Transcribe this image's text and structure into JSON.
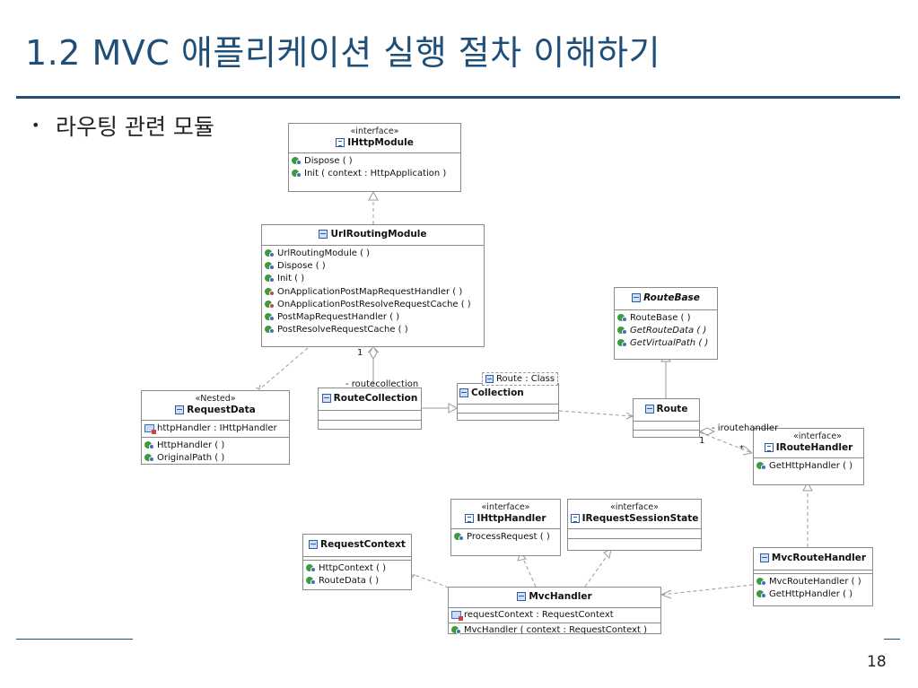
{
  "slide": {
    "title": "1.2 MVC 애플리케이션 실행 절차 이해하기",
    "bullet": "라우팅 관련 모듈",
    "page_number": "18"
  },
  "diagram": {
    "ihttpmodule": {
      "stereotype": "«interface»",
      "name": "IHttpModule",
      "methods": [
        "Dispose ( )",
        "Init ( context : HttpApplication )"
      ]
    },
    "urlroutingmodule": {
      "name": "UrlRoutingModule",
      "methods": [
        "UrlRoutingModule ( )",
        "Dispose ( )",
        "Init ( )",
        "OnApplicationPostMapRequestHandler ( )",
        "OnApplicationPostResolveRequestCache ( )",
        "PostMapRequestHandler ( )",
        "PostResolveRequestCache ( )"
      ]
    },
    "requestdata": {
      "stereotype": "«Nested»",
      "name": "RequestData",
      "fields": [
        "httpHandler : IHttpHandler"
      ],
      "methods": [
        "HttpHandler ( )",
        "OriginalPath ( )"
      ]
    },
    "routecollection": {
      "name": "RouteCollection"
    },
    "collection": {
      "name": "Collection",
      "binding": "Route : Class"
    },
    "routebase": {
      "name": "RouteBase",
      "methods": [
        "RouteBase ( )",
        "GetRouteData ( )",
        "GetVirtualPath ( )"
      ]
    },
    "route": {
      "name": "Route"
    },
    "iroutehandler": {
      "stereotype": "«interface»",
      "name": "IRouteHandler",
      "methods": [
        "GetHttpHandler ( )"
      ]
    },
    "ihttphandler": {
      "stereotype": "«interface»",
      "name": "IHttpHandler",
      "methods": [
        "ProcessRequest ( )"
      ]
    },
    "irequestsessionstate": {
      "stereotype": "«interface»",
      "name": "IRequestSessionState"
    },
    "requestcontext": {
      "name": "RequestContext",
      "methods": [
        "HttpContext ( )",
        "RouteData ( )"
      ]
    },
    "mvcroutehandler": {
      "name": "MvcRouteHandler",
      "methods": [
        "MvcRouteHandler ( )",
        "GetHttpHandler ( )"
      ]
    },
    "mvchandler": {
      "name": "MvcHandler",
      "fields": [
        "requestContext : RequestContext"
      ],
      "methods": [
        "MvcHandler ( context : RequestContext )"
      ]
    },
    "labels": {
      "routecollection_mult": "1",
      "routecollection_role": "- routecollection",
      "iroutehandler_role": "- iroutehandler",
      "route_mult": "1",
      "iroutehandler_mult": "*"
    }
  }
}
